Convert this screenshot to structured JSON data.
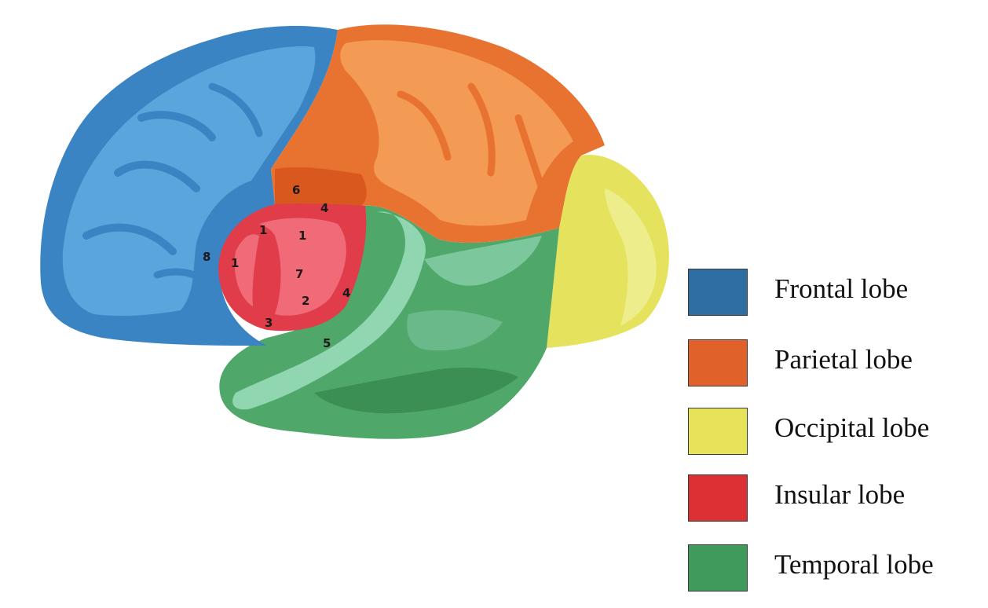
{
  "diagram": {
    "region_numbers": [
      {
        "id": "n6",
        "text": "6"
      },
      {
        "id": "n4a",
        "text": "4"
      },
      {
        "id": "n1a",
        "text": "1"
      },
      {
        "id": "n1b",
        "text": "1"
      },
      {
        "id": "n8",
        "text": "8"
      },
      {
        "id": "n1c",
        "text": "1"
      },
      {
        "id": "n7",
        "text": "7"
      },
      {
        "id": "n4b",
        "text": "4"
      },
      {
        "id": "n2",
        "text": "2"
      },
      {
        "id": "n3",
        "text": "3"
      },
      {
        "id": "n5",
        "text": "5"
      }
    ]
  },
  "legend": {
    "items": [
      {
        "label": "Frontal lobe",
        "color": "#2e6ea3"
      },
      {
        "label": "Parietal lobe",
        "color": "#e0622a"
      },
      {
        "label": "Occipital lobe",
        "color": "#e6e35a"
      },
      {
        "label": "Insular lobe",
        "color": "#dd3035"
      },
      {
        "label": "Temporal lobe",
        "color": "#3f9a5b"
      }
    ]
  },
  "colors": {
    "frontal": "#3a84c4",
    "frontal_light": "#5aa6dc",
    "parietal": "#e8722f",
    "parietal_light": "#f39a55",
    "occipital": "#e5e35d",
    "occipital_light": "#eeed8b",
    "insular": "#e03c49",
    "insular_light": "#f06a78",
    "temporal": "#4fa76a",
    "temporal_light": "#8fd6b1"
  }
}
